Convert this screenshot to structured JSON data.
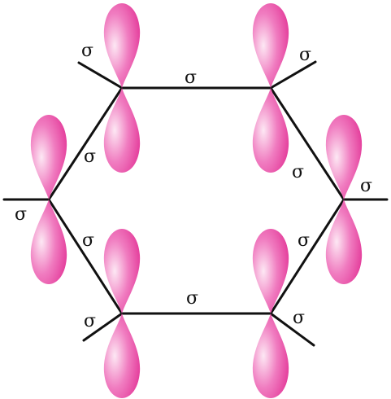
{
  "diagram": {
    "colors": {
      "lobe_dark": "#e0288f",
      "lobe_mid": "#f07cc0",
      "lobe_light": "#fde8f4",
      "bond": "#111111"
    },
    "labels": {
      "sigma_top_bond": "σ",
      "sigma_bottom_bond": "σ",
      "sigma_upper_left_bond": "σ",
      "sigma_upper_right_bond": "σ",
      "sigma_lower_left_bond": "σ",
      "sigma_lower_right_bond": "σ",
      "sigma_ch_top_left": "σ",
      "sigma_ch_top_right": "σ",
      "sigma_ch_left": "σ",
      "sigma_ch_right": "σ",
      "sigma_ch_bottom_left": "σ",
      "sigma_ch_bottom_right": "σ"
    }
  }
}
